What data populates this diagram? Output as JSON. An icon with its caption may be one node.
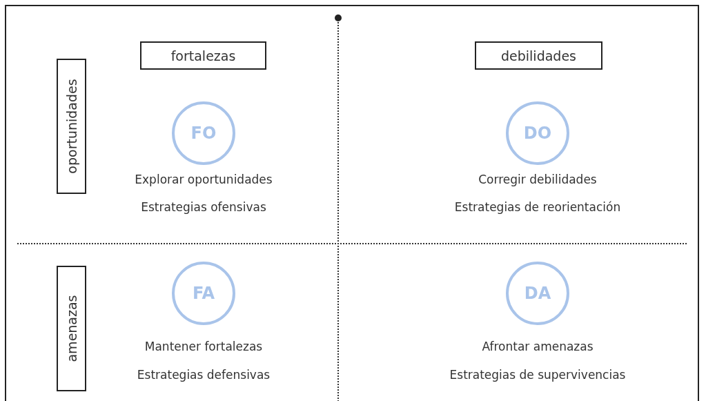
{
  "diagram": {
    "nodes": [
      {
        "text": [
          "fortalezas"
        ]
      },
      {
        "text": [
          "debilidades"
        ]
      },
      {
        "text": [
          "oportunidades"
        ]
      },
      {
        "text": [
          "amenazas"
        ]
      },
      {
        "text": [
          "FO"
        ],
        "beside": [
          "Explorar oportunidades",
          "Estrategias ofensivas"
        ]
      },
      {
        "text": [
          "DO"
        ],
        "beside": [
          "Corregir debilidades",
          "Estrategias de reorientación"
        ]
      },
      {
        "text": [
          "FA"
        ],
        "beside": [
          "Mantener fortalezas",
          "Estrategias defensivas"
        ]
      },
      {
        "text": [
          "DA"
        ],
        "beside": [
          "Afrontar amenazas",
          "Estrategias de supervivencias"
        ]
      }
    ],
    "edges": []
  }
}
